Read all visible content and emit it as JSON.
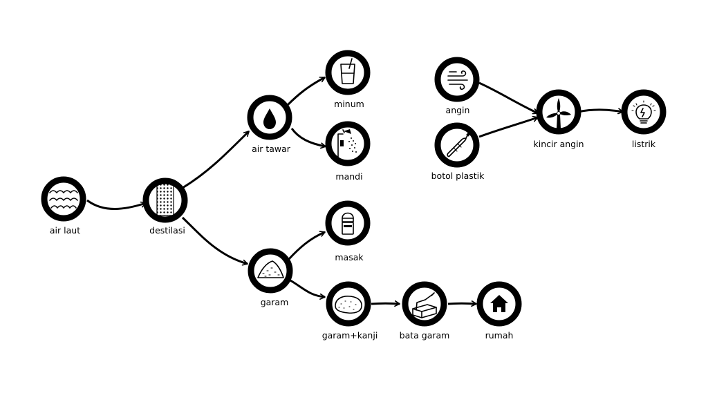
{
  "nodes": [
    {
      "id": "air_laut",
      "label": "air laut",
      "icon": "waves-icon"
    },
    {
      "id": "destilasi",
      "label": "destilasi",
      "icon": "distillation-column-icon"
    },
    {
      "id": "air_tawar",
      "label": "air tawar",
      "icon": "water-drop-icon"
    },
    {
      "id": "minum",
      "label": "minum",
      "icon": "drinking-glass-icon"
    },
    {
      "id": "mandi",
      "label": "mandi",
      "icon": "shower-icon"
    },
    {
      "id": "garam",
      "label": "garam",
      "icon": "salt-pile-icon"
    },
    {
      "id": "masak",
      "label": "masak",
      "icon": "salt-shaker-icon"
    },
    {
      "id": "garam_kanji",
      "label": "garam+kanji",
      "icon": "dough-icon"
    },
    {
      "id": "bata_garam",
      "label": "bata garam",
      "icon": "brick-trowel-icon"
    },
    {
      "id": "rumah",
      "label": "rumah",
      "icon": "house-icon"
    },
    {
      "id": "angin",
      "label": "angin",
      "icon": "wind-icon"
    },
    {
      "id": "botol_plastik",
      "label": "botol plastik",
      "icon": "plastic-bottle-icon"
    },
    {
      "id": "kincir_angin",
      "label": "kincir angin",
      "icon": "wind-turbine-icon"
    },
    {
      "id": "listrik",
      "label": "listrik",
      "icon": "light-bulb-icon"
    }
  ],
  "edges": [
    {
      "from": "air_laut",
      "to": "destilasi"
    },
    {
      "from": "destilasi",
      "to": "air_tawar"
    },
    {
      "from": "destilasi",
      "to": "garam"
    },
    {
      "from": "air_tawar",
      "to": "minum"
    },
    {
      "from": "air_tawar",
      "to": "mandi"
    },
    {
      "from": "garam",
      "to": "masak"
    },
    {
      "from": "garam",
      "to": "garam_kanji"
    },
    {
      "from": "garam_kanji",
      "to": "bata_garam"
    },
    {
      "from": "bata_garam",
      "to": "rumah"
    },
    {
      "from": "angin",
      "to": "kincir_angin"
    },
    {
      "from": "botol_plastik",
      "to": "kincir_angin"
    },
    {
      "from": "kincir_angin",
      "to": "listrik"
    }
  ],
  "colors": {
    "ink": "#000000",
    "background": "#ffffff"
  }
}
